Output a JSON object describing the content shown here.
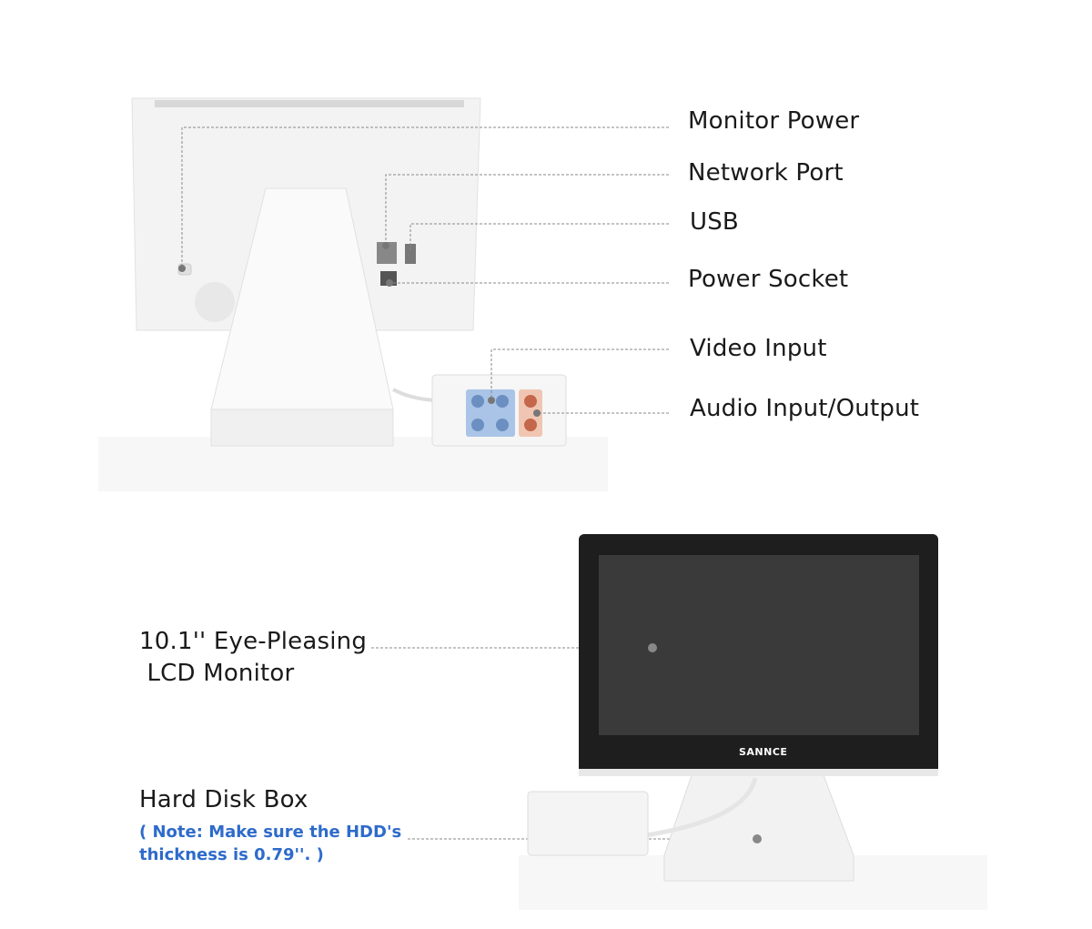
{
  "rear_view": {
    "callouts": [
      {
        "label": "Monitor Power"
      },
      {
        "label": "Network Port"
      },
      {
        "label": "USB"
      },
      {
        "label": "Power Socket"
      },
      {
        "label": "Video Input"
      },
      {
        "label": "Audio Input/Output"
      }
    ]
  },
  "front_view": {
    "monitor_label_line1": "10.1'' Eye-Pleasing",
    "monitor_label_line2": " LCD Monitor",
    "hdd_label": "Hard Disk Box",
    "hdd_note_line1": "( Note: Make sure the HDD's",
    "hdd_note_line2": "thickness is 0.79''. )",
    "brand_logo": "SANNCE",
    "note_color": "#2e6bcb"
  }
}
